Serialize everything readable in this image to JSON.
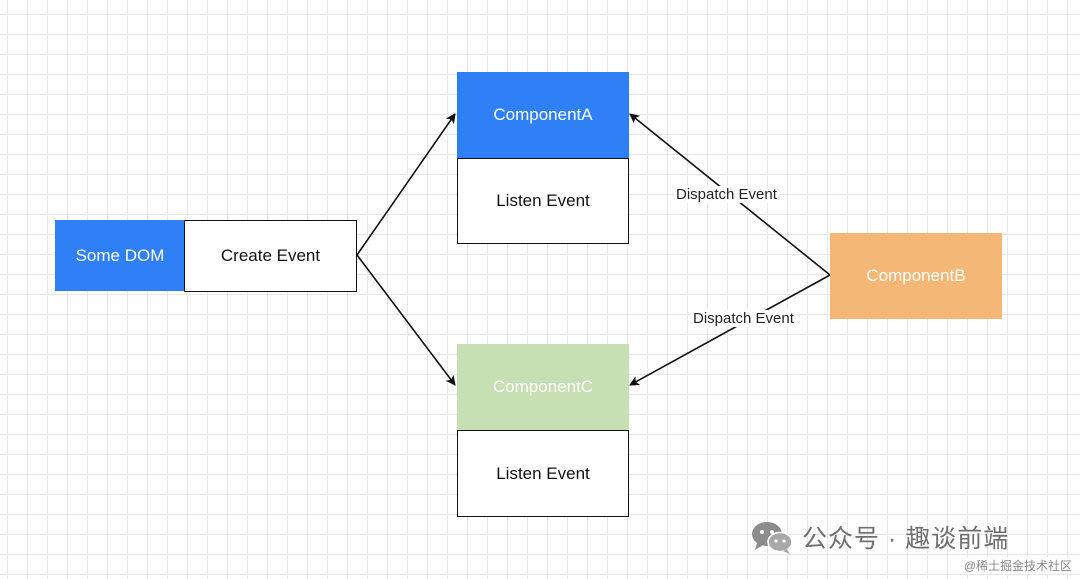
{
  "colors": {
    "blue": "#2f80f7",
    "orange": "#f5b775",
    "green": "#c6e0b3",
    "stroke": "#111111"
  },
  "nodes": {
    "some_dom": "Some DOM",
    "create_event": "Create Event",
    "component_a": "ComponentA",
    "listen_event_a": "Listen Event",
    "component_b": "ComponentB",
    "component_c": "ComponentC",
    "listen_event_c": "Listen Event"
  },
  "edges": {
    "dispatch_to_a": "Dispatch Event",
    "dispatch_to_c": "Dispatch Event"
  },
  "watermark": {
    "text": "公众号 · 趣谈前端",
    "icon": "wechat-icon"
  },
  "credit": "@稀土掘金技术社区"
}
